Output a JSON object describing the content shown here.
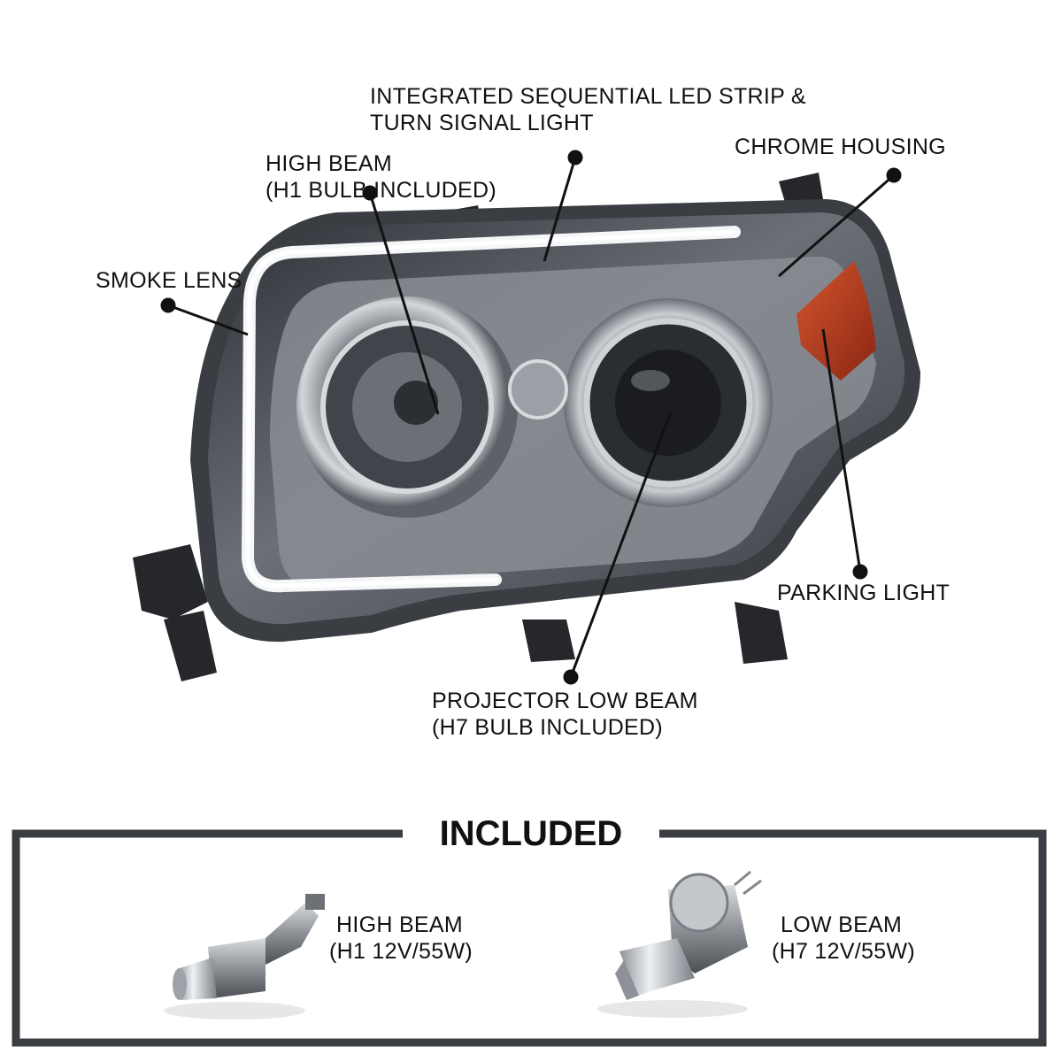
{
  "callouts": {
    "led_strip": {
      "line1": "INTEGRATED SEQUENTIAL LED STRIP &",
      "line2": "TURN SIGNAL LIGHT"
    },
    "high_beam": {
      "line1": "HIGH BEAM",
      "line2": "(H1 BULB INCLUDED)"
    },
    "chrome_housing": {
      "line1": "CHROME HOUSING"
    },
    "smoke_lens": {
      "line1": "SMOKE LENS"
    },
    "parking_light": {
      "line1": "PARKING LIGHT"
    },
    "projector_low_beam": {
      "line1": "PROJECTOR LOW BEAM",
      "line2": "(H7 BULB INCLUDED)"
    }
  },
  "included": {
    "title": "INCLUDED",
    "items": [
      {
        "line1": "HIGH BEAM",
        "line2": "(H1 12V/55W)",
        "icon": "h1-bulb-icon"
      },
      {
        "line1": "LOW BEAM",
        "line2": "(H7 12V/55W)",
        "icon": "h7-bulb-icon"
      }
    ]
  },
  "colors": {
    "lens_smoke": "#5a5d63",
    "housing_chrome": "#b8bcc2",
    "parking_amber": "#b53a1e",
    "frame": "#3a3d42"
  }
}
